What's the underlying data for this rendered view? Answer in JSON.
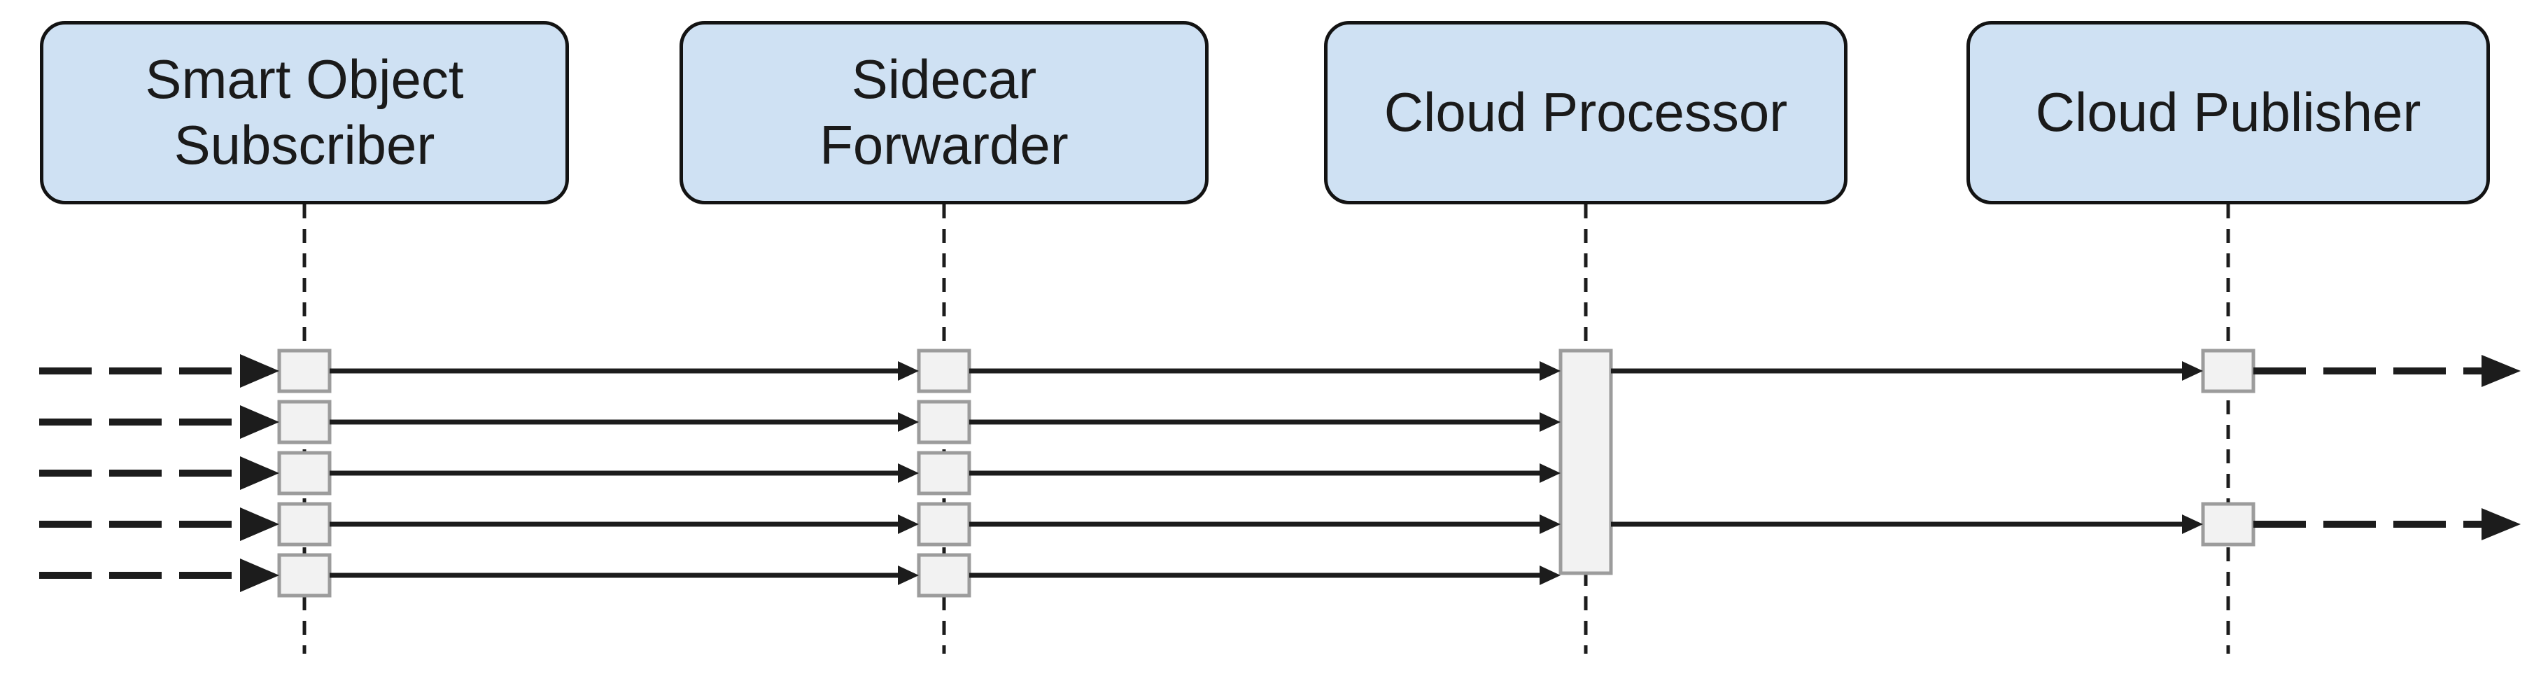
{
  "diagram": {
    "type": "sequence-diagram",
    "actors": [
      {
        "id": "smart-object-subscriber",
        "label": "Smart Object\nSubscriber"
      },
      {
        "id": "sidecar-forwarder",
        "label": "Sidecar\nForwarder"
      },
      {
        "id": "cloud-processor",
        "label": "Cloud Processor"
      },
      {
        "id": "cloud-publisher",
        "label": "Cloud Publisher"
      }
    ],
    "message_rows": 5,
    "flows": [
      {
        "from": "external-left",
        "to": "smart-object-subscriber",
        "style": "dashed-arrow",
        "rows": [
          1,
          2,
          3,
          4,
          5
        ]
      },
      {
        "from": "smart-object-subscriber",
        "to": "sidecar-forwarder",
        "style": "solid-arrow",
        "rows": [
          1,
          2,
          3,
          4,
          5
        ]
      },
      {
        "from": "sidecar-forwarder",
        "to": "cloud-processor",
        "style": "solid-arrow",
        "rows": [
          1,
          2,
          3,
          4,
          5
        ]
      },
      {
        "from": "cloud-processor",
        "to": "cloud-publisher",
        "style": "solid-arrow",
        "rows": [
          1,
          4
        ]
      },
      {
        "from": "cloud-publisher",
        "to": "external-right",
        "style": "dashed-arrow",
        "rows": [
          1,
          4
        ]
      }
    ],
    "activations": {
      "smart-object-subscriber": 5,
      "sidecar-forwarder": 5,
      "cloud-processor": 1,
      "cloud-publisher": 2
    },
    "colors": {
      "background": "#ffffff",
      "actor_fill": "#cfe1f3",
      "actor_border": "#131313",
      "label_text": "#1a1a1a",
      "activation_fill": "#f2f2f2",
      "activation_border": "#9c9c9c",
      "line": "#1c1c1c"
    }
  }
}
